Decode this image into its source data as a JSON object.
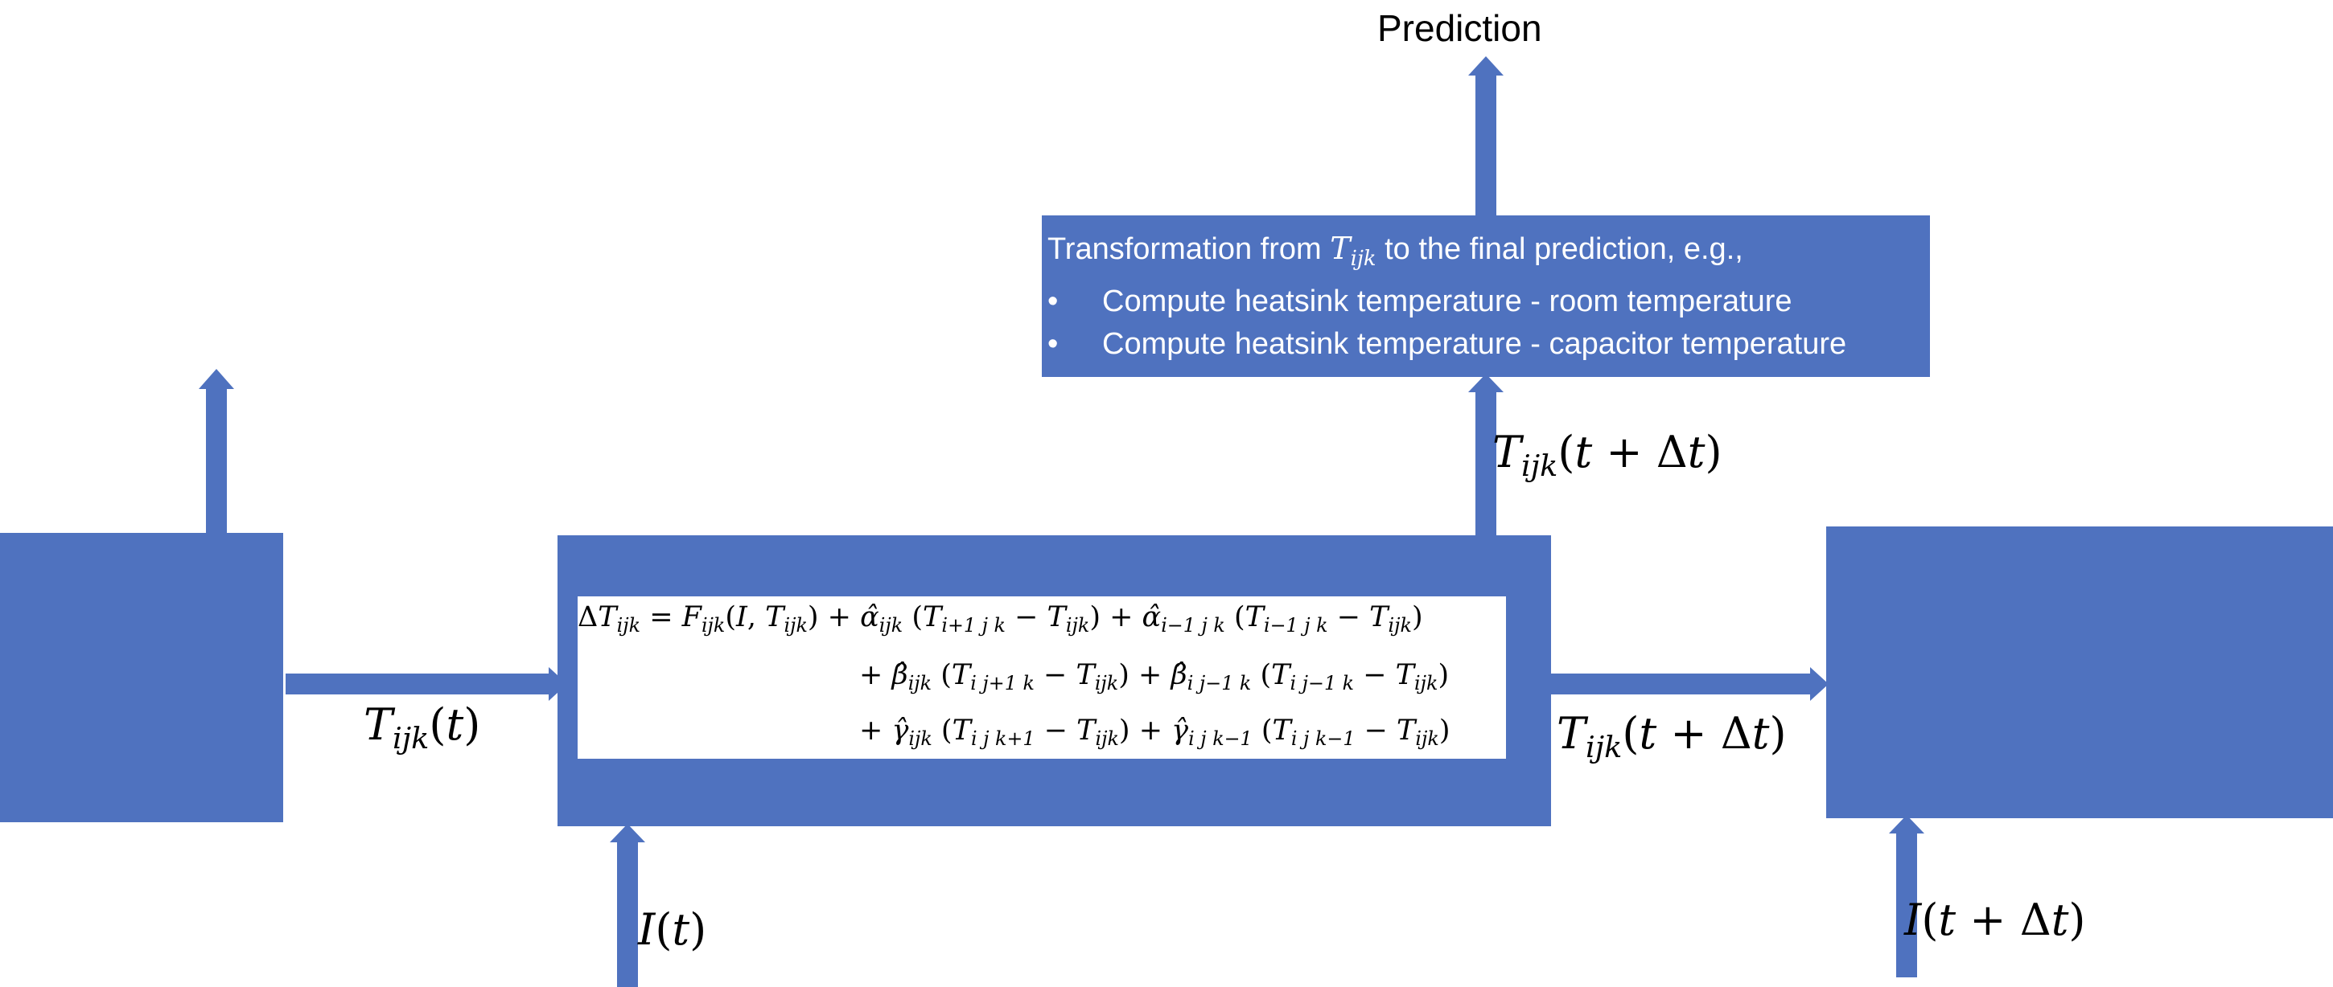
{
  "colors": {
    "block": "#4f72bf",
    "background": "#ffffff",
    "text_dark": "#000000",
    "text_light": "#ffffff"
  },
  "labels": {
    "prediction": "Prediction",
    "state_in": "T_ijk(t)",
    "state_out_up": "T_ijk(t + Δt)",
    "state_out_right": "T_ijk(t + Δt)",
    "current_in": "I(t)",
    "current_next": "I(t + Δt)"
  },
  "transform_box": {
    "intro_before": "Transformation from ",
    "intro_symbol": "T_ijk",
    "intro_after": " to the final prediction, e.g.,",
    "bullets": [
      "Compute heatsink temperature - room temperature",
      "Compute heatsink temperature - capacitor temperature"
    ]
  },
  "equation": {
    "line1": "ΔT_ijk = F_ijk(I, T_ijk) + α̂_ijk (T_i+1 j k − T_ijk) + α̂_i−1 j k (T_i−1 j k − T_ijk)",
    "line2": "+ β̂_ijk (T_i j+1 k − T_ijk) + β̂_i j−1 k (T_i j−1 k − T_ijk)",
    "line3": "+ γ̂_ijk (T_i j k+1 − T_ijk) + γ̂_i j k−1 (T_i j k−1 − T_ijk)"
  }
}
